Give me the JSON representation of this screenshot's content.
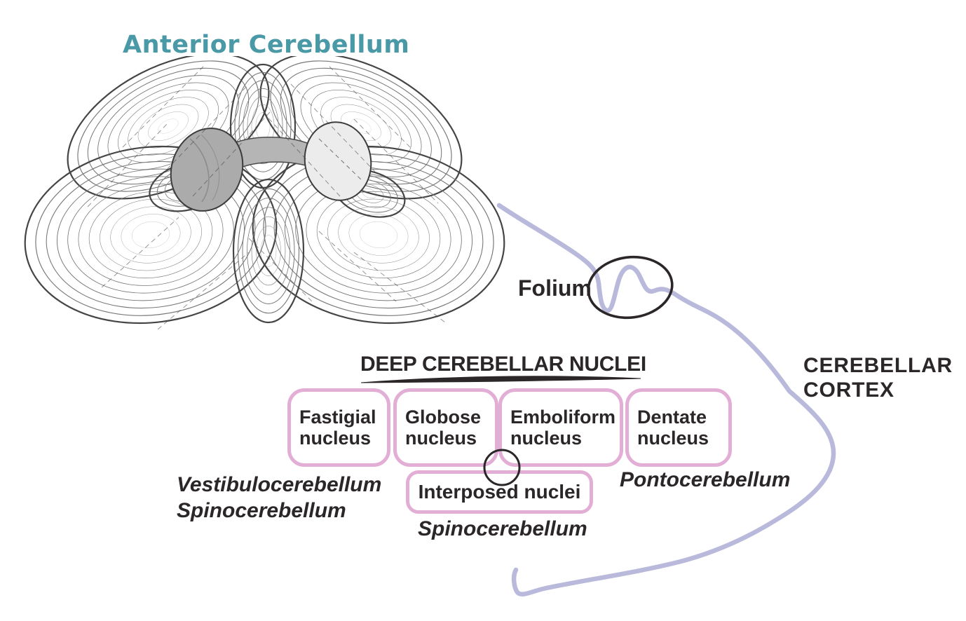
{
  "title": {
    "text": "Anterior Cerebellum"
  },
  "folium": {
    "label": "Folium"
  },
  "cortex": {
    "line1": "CEREBELLAR",
    "line2": "CORTEX"
  },
  "nuclei": {
    "heading": "DEEP CEREBELLAR NUCLEI",
    "boxes": [
      {
        "name": "Fastigial",
        "type": "nucleus"
      },
      {
        "name": "Globose",
        "type": "nucleus"
      },
      {
        "name": "Emboliform",
        "type": "nucleus"
      },
      {
        "name": "Dentate",
        "type": "nucleus"
      }
    ],
    "interposed": "Interposed nuclei",
    "labels": {
      "vestibulo": "Vestibulocerebellum",
      "spino_left": "Spinocerebellum",
      "ponto": "Pontocerebellum",
      "spino_bottom": "Spinocerebellum"
    }
  },
  "colors": {
    "title_teal": "#4a99a6",
    "box_border_pink": "#e2aed5",
    "cortex_line_lavender": "#b9b9dc",
    "ink": "#2b2627"
  }
}
